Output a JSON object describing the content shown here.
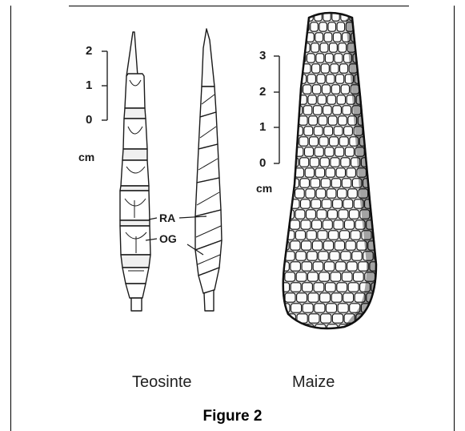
{
  "teosinte_scale": {
    "ticks": [
      "2",
      "1",
      "0"
    ],
    "unit": "cm"
  },
  "maize_scale": {
    "ticks": [
      "3",
      "2",
      "1",
      "0"
    ],
    "unit": "cm"
  },
  "part_labels": {
    "ra": "RA",
    "og": "OG"
  },
  "species": {
    "teosinte": "Teosinte",
    "maize": "Maize"
  },
  "caption": "Figure 2"
}
